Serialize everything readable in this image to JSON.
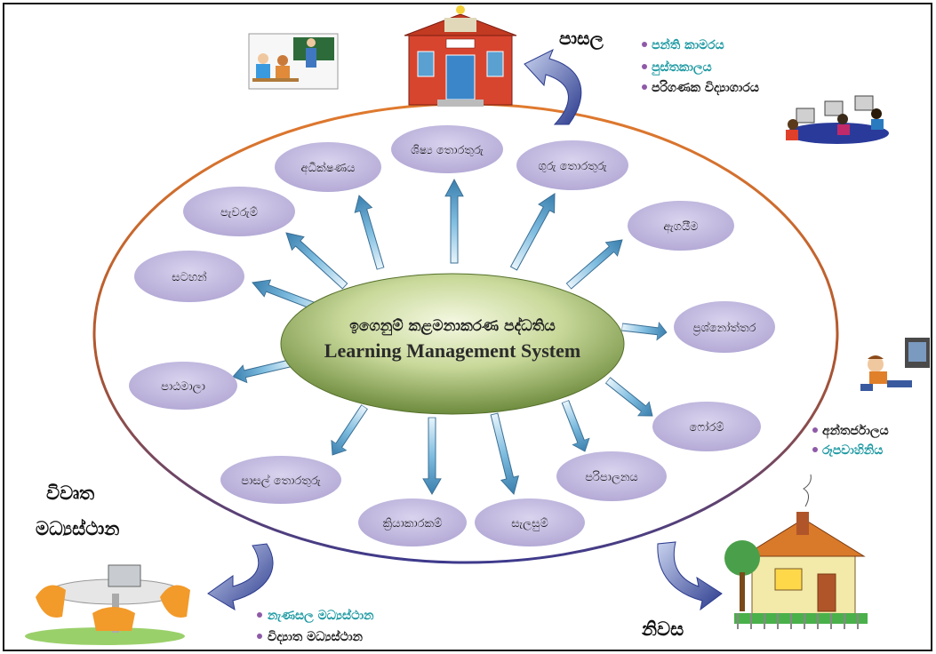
{
  "center": {
    "title_si": "ඉගෙනුම් කළමනාකරණ පද්ධතිය",
    "title_en": "Learning Management System"
  },
  "nodes": [
    {
      "id": "sithahan",
      "label": "සටහන්"
    },
    {
      "id": "paevarum",
      "label": "පැවරුම්"
    },
    {
      "id": "adikshanaya",
      "label": "අධීක්ෂණය"
    },
    {
      "id": "shishya",
      "label": "ශිෂ්‍ය තොරතුරු"
    },
    {
      "id": "guru",
      "label": "ගුරු තොරතුරු"
    },
    {
      "id": "aegaeem",
      "label": "ඇගයීම"
    },
    {
      "id": "prashnottara",
      "label": "ප්‍රශ්නෝත්තර"
    },
    {
      "id": "forum",
      "label": "ෆෝරම්"
    },
    {
      "id": "paripalanaya",
      "label": "පරිපාලනය"
    },
    {
      "id": "saelasum",
      "label": "සැලසුම්"
    },
    {
      "id": "kriyakarakam",
      "label": "ක්‍රියාකාරකම්"
    },
    {
      "id": "pasal",
      "label": "පාසල් තොරතුරු"
    },
    {
      "id": "padmala",
      "label": "පාඨමාලා"
    }
  ],
  "outer": {
    "school": {
      "label": "පාසල",
      "items": [
        "පන්ති කාමරය",
        "පුස්තකාලය",
        "පරිගණක විද්‍යාගාරය"
      ]
    },
    "home": {
      "label": "නිවස",
      "items": [
        "අන්තර්ජාලය",
        "රූපවාහිනිය"
      ]
    },
    "open_centers": {
      "label_line1": "විවෘත",
      "label_line2": "මධ්‍යස්ථාන",
      "items": [
        "නැණසල මධ්‍යස්ථාන",
        "විද්‍යාත මධ්‍යස්ථාන"
      ]
    }
  },
  "colors": {
    "node_fill": "#b9b0d8",
    "teal_text": "#1f9aa3",
    "bullet_purple": "#8e5aa8",
    "arrow": "#5aa6cf",
    "ellipse_top": "#e07a2e",
    "ellipse_bottom": "#4a3a8c",
    "center_dark": "#6d8c3a",
    "center_light": "#f2f6dc"
  }
}
